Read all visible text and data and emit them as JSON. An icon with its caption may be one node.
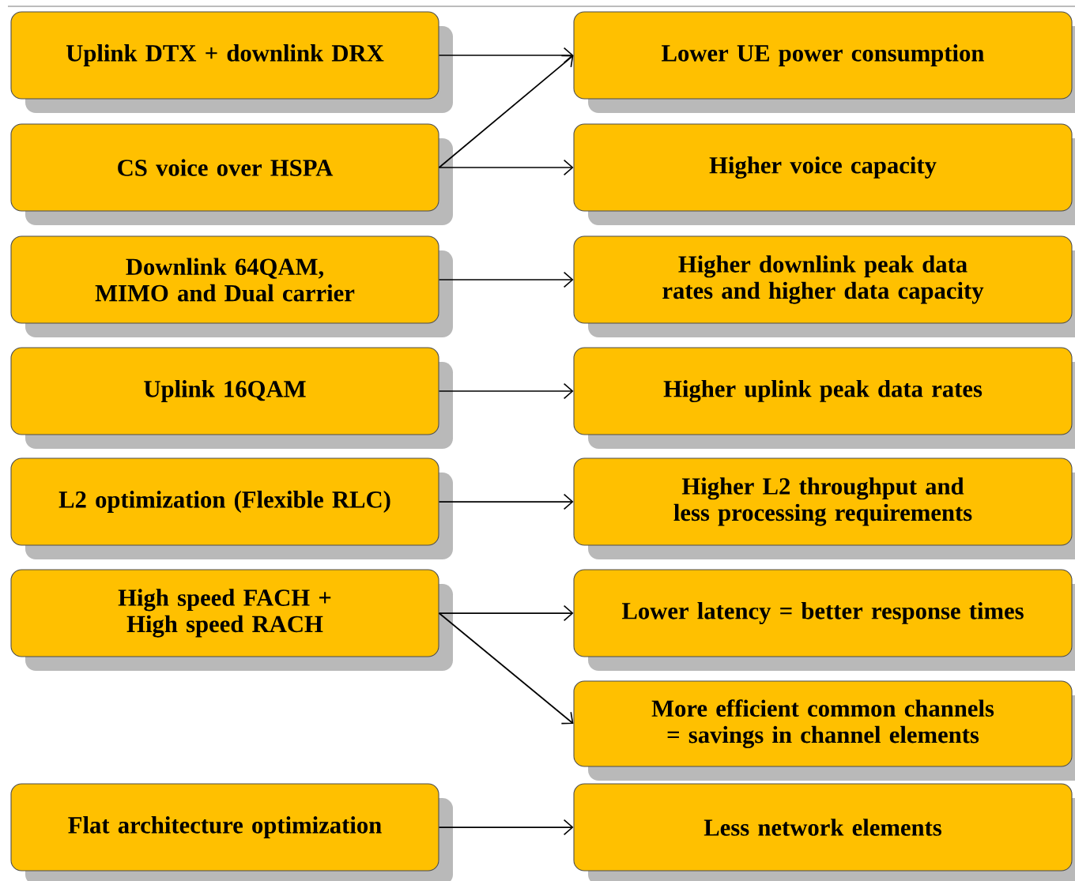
{
  "diagram": {
    "nodes": [
      {
        "text": [
          "Uplink DTX + downlink DRX"
        ]
      },
      {
        "text": [
          "Lower  UE power consumption"
        ]
      },
      {
        "text": [
          "CS voice over HSPA"
        ]
      },
      {
        "text": [
          "Higher voice capacity"
        ]
      },
      {
        "text": [
          "Downlink 64QAM, MIMO and Dual carrier"
        ]
      },
      {
        "text": [
          "Higher downlink peak data rates and higher data capacity"
        ]
      },
      {
        "text": [
          "Uplink 16QAM"
        ]
      },
      {
        "text": [
          "Higher uplink peak data rates"
        ]
      },
      {
        "text": [
          "L2 optimization (Flexible RLC)"
        ]
      },
      {
        "text": [
          "Higher L2 throughput and less processing requirements"
        ]
      },
      {
        "text": [
          "High speed  FACH + High speed RACH"
        ]
      },
      {
        "text": [
          "Lower latency = better response times"
        ]
      },
      {
        "text": [
          "More efficient common channels = savings in channel elements"
        ]
      },
      {
        "text": [
          "Flat architecture optimization"
        ]
      },
      {
        "text": [
          "Less network elements"
        ]
      }
    ],
    "edges": [
      {
        "from": 0,
        "to": 1,
        "arrow": "to"
      },
      {
        "from": 2,
        "to": 1,
        "arrow": "to"
      },
      {
        "from": 2,
        "to": 3,
        "arrow": "to"
      },
      {
        "from": 4,
        "to": 5,
        "arrow": "to"
      },
      {
        "from": 6,
        "to": 7,
        "arrow": "to"
      },
      {
        "from": 8,
        "to": 9,
        "arrow": "to"
      },
      {
        "from": 10,
        "to": 11,
        "arrow": "to"
      },
      {
        "from": 10,
        "to": 12,
        "arrow": "to"
      },
      {
        "from": 13,
        "to": 14,
        "arrow": "to"
      }
    ]
  }
}
